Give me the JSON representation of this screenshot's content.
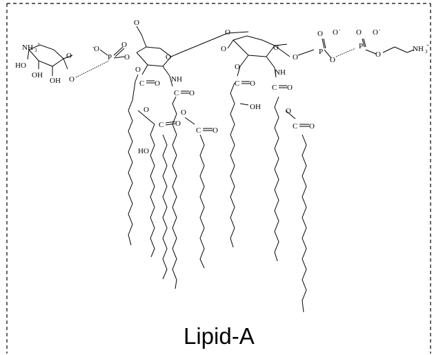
{
  "diagram": {
    "caption": "Lipid-A",
    "atoms": {
      "nh3": "NH",
      "nh3_sub": "3",
      "nh3_sup": "+",
      "ho": "HO",
      "oh": "OH",
      "o": "O",
      "o_minus": "O",
      "minus": "-",
      "p": "P",
      "nh": "NH",
      "c": "C",
      "eq_o": "O",
      "ho_small": "HO"
    }
  }
}
